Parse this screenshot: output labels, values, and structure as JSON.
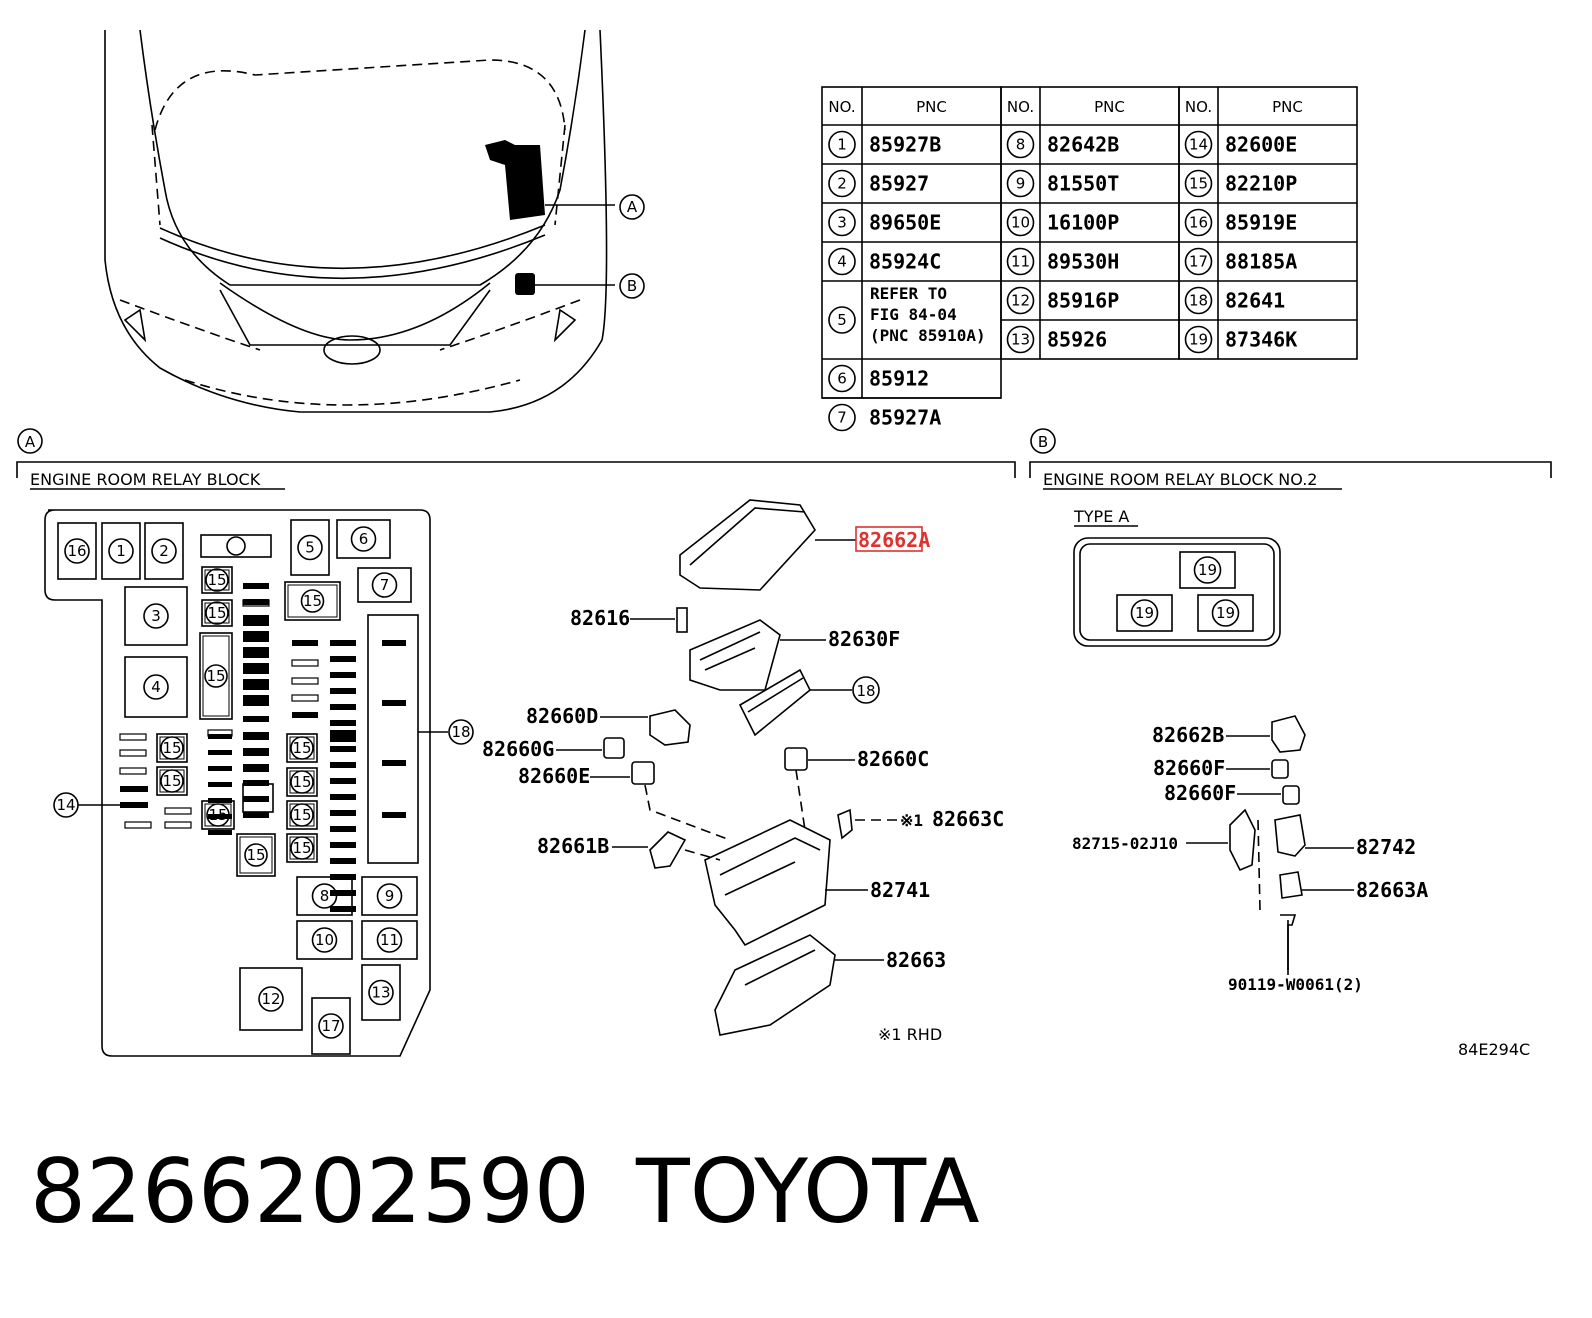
{
  "table": {
    "header": {
      "no": "NO.",
      "pnc": "PNC"
    },
    "rows": [
      {
        "no": "1",
        "pnc": "85927B"
      },
      {
        "no": "2",
        "pnc": "85927"
      },
      {
        "no": "3",
        "pnc": "89650E"
      },
      {
        "no": "4",
        "pnc": "85924C"
      },
      {
        "no": "5",
        "pnc_lines": [
          "REFER TO",
          "FIG 84-04",
          "(PNC 85910A)"
        ]
      },
      {
        "no": "6",
        "pnc": "85912"
      },
      {
        "no": "7",
        "pnc": "85927A"
      },
      {
        "no": "8",
        "pnc": "82642B"
      },
      {
        "no": "9",
        "pnc": "81550T"
      },
      {
        "no": "10",
        "pnc": "16100P"
      },
      {
        "no": "11",
        "pnc": "89530H"
      },
      {
        "no": "12",
        "pnc": "85916P"
      },
      {
        "no": "13",
        "pnc": "85926"
      },
      {
        "no": "14",
        "pnc": "82600E"
      },
      {
        "no": "15",
        "pnc": "82210P"
      },
      {
        "no": "16",
        "pnc": "85919E"
      },
      {
        "no": "17",
        "pnc": "88185A"
      },
      {
        "no": "18",
        "pnc": "82641"
      },
      {
        "no": "19",
        "pnc": "87346K"
      }
    ]
  },
  "car_callouts": {
    "a": "A",
    "b": "B"
  },
  "section_a": {
    "marker": "A",
    "title": "ENGINE ROOM RELAY BLOCK"
  },
  "section_b": {
    "marker": "B",
    "title": "ENGINE ROOM RELAY BLOCK NO.2",
    "type_label": "TYPE A"
  },
  "relay_block_labels": {
    "top_row": [
      "16",
      "1",
      "2",
      "5",
      "6",
      "7"
    ],
    "left": [
      "3",
      "4"
    ],
    "fifteen": "15",
    "pos14": "14",
    "pos18": "18",
    "bottom": [
      "8",
      "9",
      "10",
      "11",
      "12",
      "13",
      "17"
    ],
    "b_block": "19"
  },
  "parts_a": {
    "p82662A": "82662A",
    "p82616": "82616",
    "p82630F": "82630F",
    "p18": "18",
    "p82660D": "82660D",
    "p82660G": "82660G",
    "p82660E": "82660E",
    "p82660C": "82660C",
    "p82663C_mark": "※1",
    "p82663C": "82663C",
    "p82661B": "82661B",
    "p82741": "82741",
    "p82663": "82663",
    "note": "※1 RHD"
  },
  "parts_b": {
    "p82662B": "82662B",
    "p82660F_1": "82660F",
    "p82660F_2": "82660F",
    "p82715": "82715-02J10",
    "p82742": "82742",
    "p82663A": "82663A",
    "p90119": "90119-W0061(2)"
  },
  "figure_code": "84E294C",
  "footer": {
    "part_number": "8266202590",
    "brand": "TOYOTA"
  },
  "colors": {
    "highlight": "#e03030",
    "ink": "#000000"
  }
}
